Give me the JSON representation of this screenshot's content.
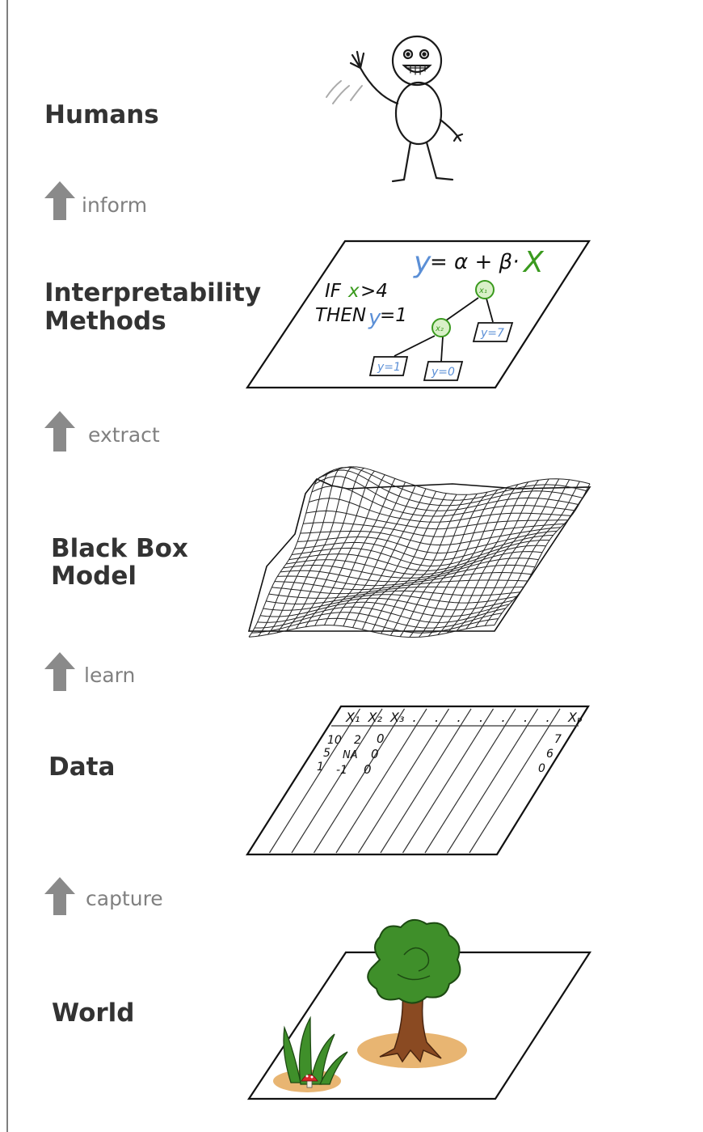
{
  "layers": {
    "humans": {
      "label": "Humans"
    },
    "methods": {
      "label_line1": "Interpretability",
      "label_line2": "Methods"
    },
    "blackbox": {
      "label_line1": "Black Box",
      "label_line2": "Model"
    },
    "data": {
      "label": "Data"
    },
    "world": {
      "label": "World"
    }
  },
  "arrows": {
    "inform": "inform",
    "extract": "extract",
    "learn": "learn",
    "capture": "capture"
  },
  "methods_sheet": {
    "formula_y": "y",
    "formula_mid": "= α + β·",
    "formula_x": "X",
    "rule_if": "IF",
    "rule_x": "x",
    "rule_cond": ">4",
    "rule_then": "THEN",
    "rule_y": "y",
    "rule_val": "=1",
    "tree_root": "x₁",
    "tree_child": "x₂",
    "leaf_right": "y=7",
    "leaf_left": "y=1",
    "leaf_mid": "y=0"
  },
  "data_sheet": {
    "headers": [
      "X₁",
      "X₂",
      "X₃",
      ".",
      ".",
      ".",
      ".",
      ".",
      ".",
      ".",
      "Xₚ"
    ],
    "col1": [
      "10",
      "5",
      "1"
    ],
    "col2": [
      "2",
      "NA",
      "-1"
    ],
    "col3": [
      "0",
      "0",
      "0"
    ],
    "last_col": "7",
    "last_col2": "6",
    "last_col3": "0"
  },
  "colors": {
    "label_text": "#333333",
    "arrow_gray": "#8a8a8a",
    "formula_blue": "#5b8fd6",
    "formula_green": "#3a9a1e",
    "tree_green": "#3f8f2a",
    "trunk_brown": "#8a4a22",
    "sand": "#e8b572"
  }
}
